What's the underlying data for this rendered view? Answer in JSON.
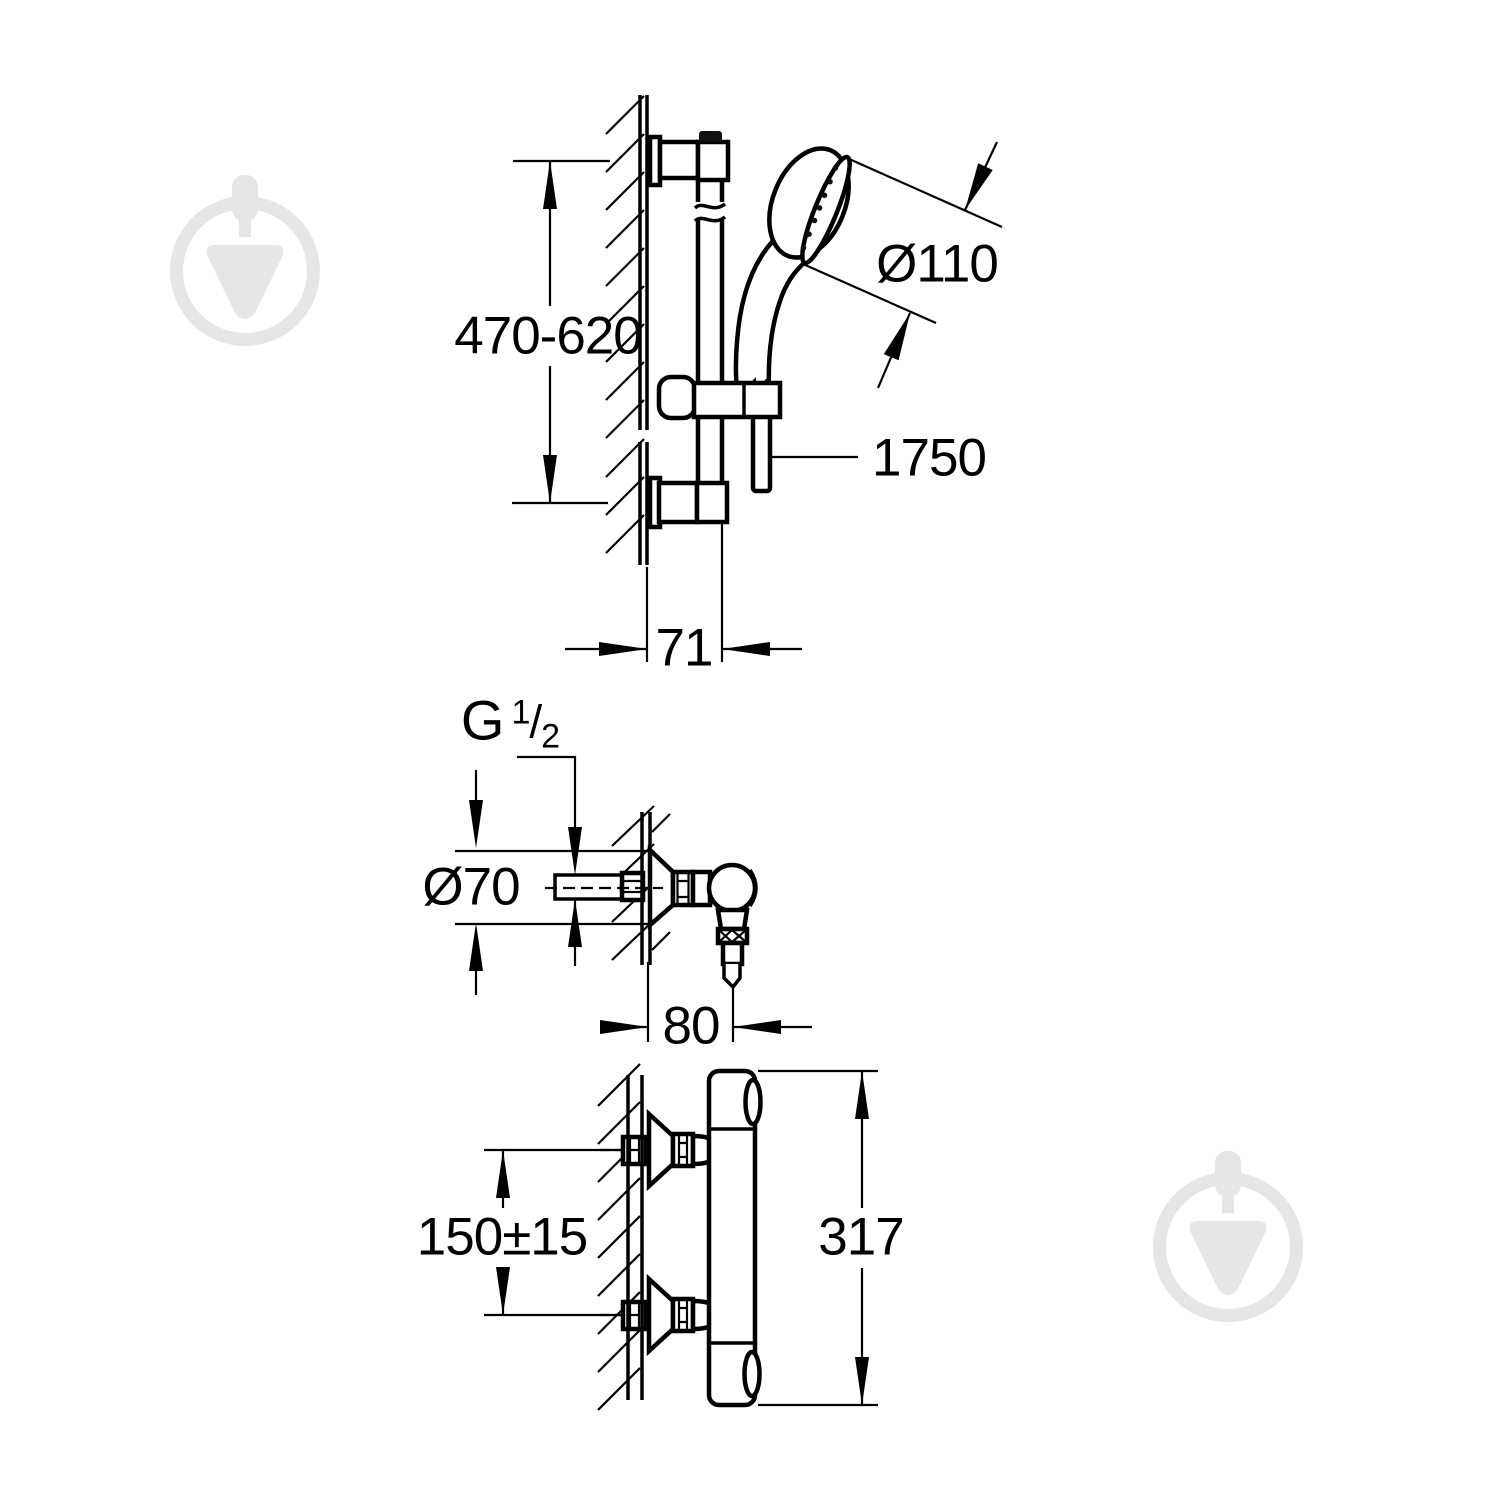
{
  "page": {
    "background_color": "#ffffff",
    "line_color": "#000000",
    "watermark_color": "#e6e6e6",
    "description": "Technical dimension drawing of a thermostatic shower set (shower rail with hand shower, wall-mounted thermostat valve side view and front-side view)"
  },
  "watermark": {
    "icon": "price-pin-logo-icon"
  },
  "drawing": {
    "labels": {
      "rail_height_range": "470-620",
      "handshower_diameter": "Ø110",
      "hose_length": "1750",
      "rail_wall_offset": "71",
      "thread": {
        "prefix": "G",
        "numerator": "1",
        "slash": "/",
        "denominator": "2"
      },
      "escutcheon_diameter": "Ø70",
      "valve_wall_offset": "80",
      "connection_spacing": "150±15",
      "mixer_height": "317"
    }
  }
}
